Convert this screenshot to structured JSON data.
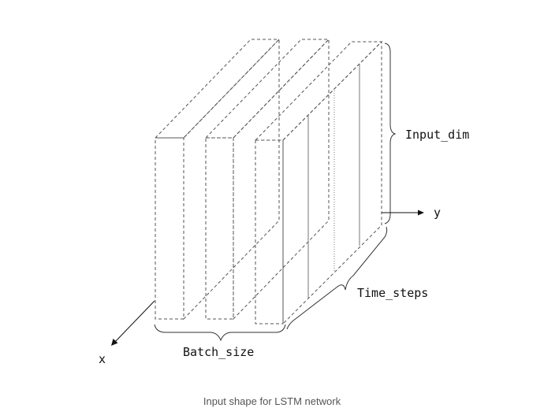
{
  "labels": {
    "input_dim": "Input_dim",
    "y_axis": "y",
    "time_steps": "Time_steps",
    "batch_size": "Batch_size",
    "x_axis": "x"
  },
  "caption": "Input shape for LSTM network",
  "colors": {
    "line": "#444444",
    "text": "#111111",
    "caption": "#555555"
  }
}
